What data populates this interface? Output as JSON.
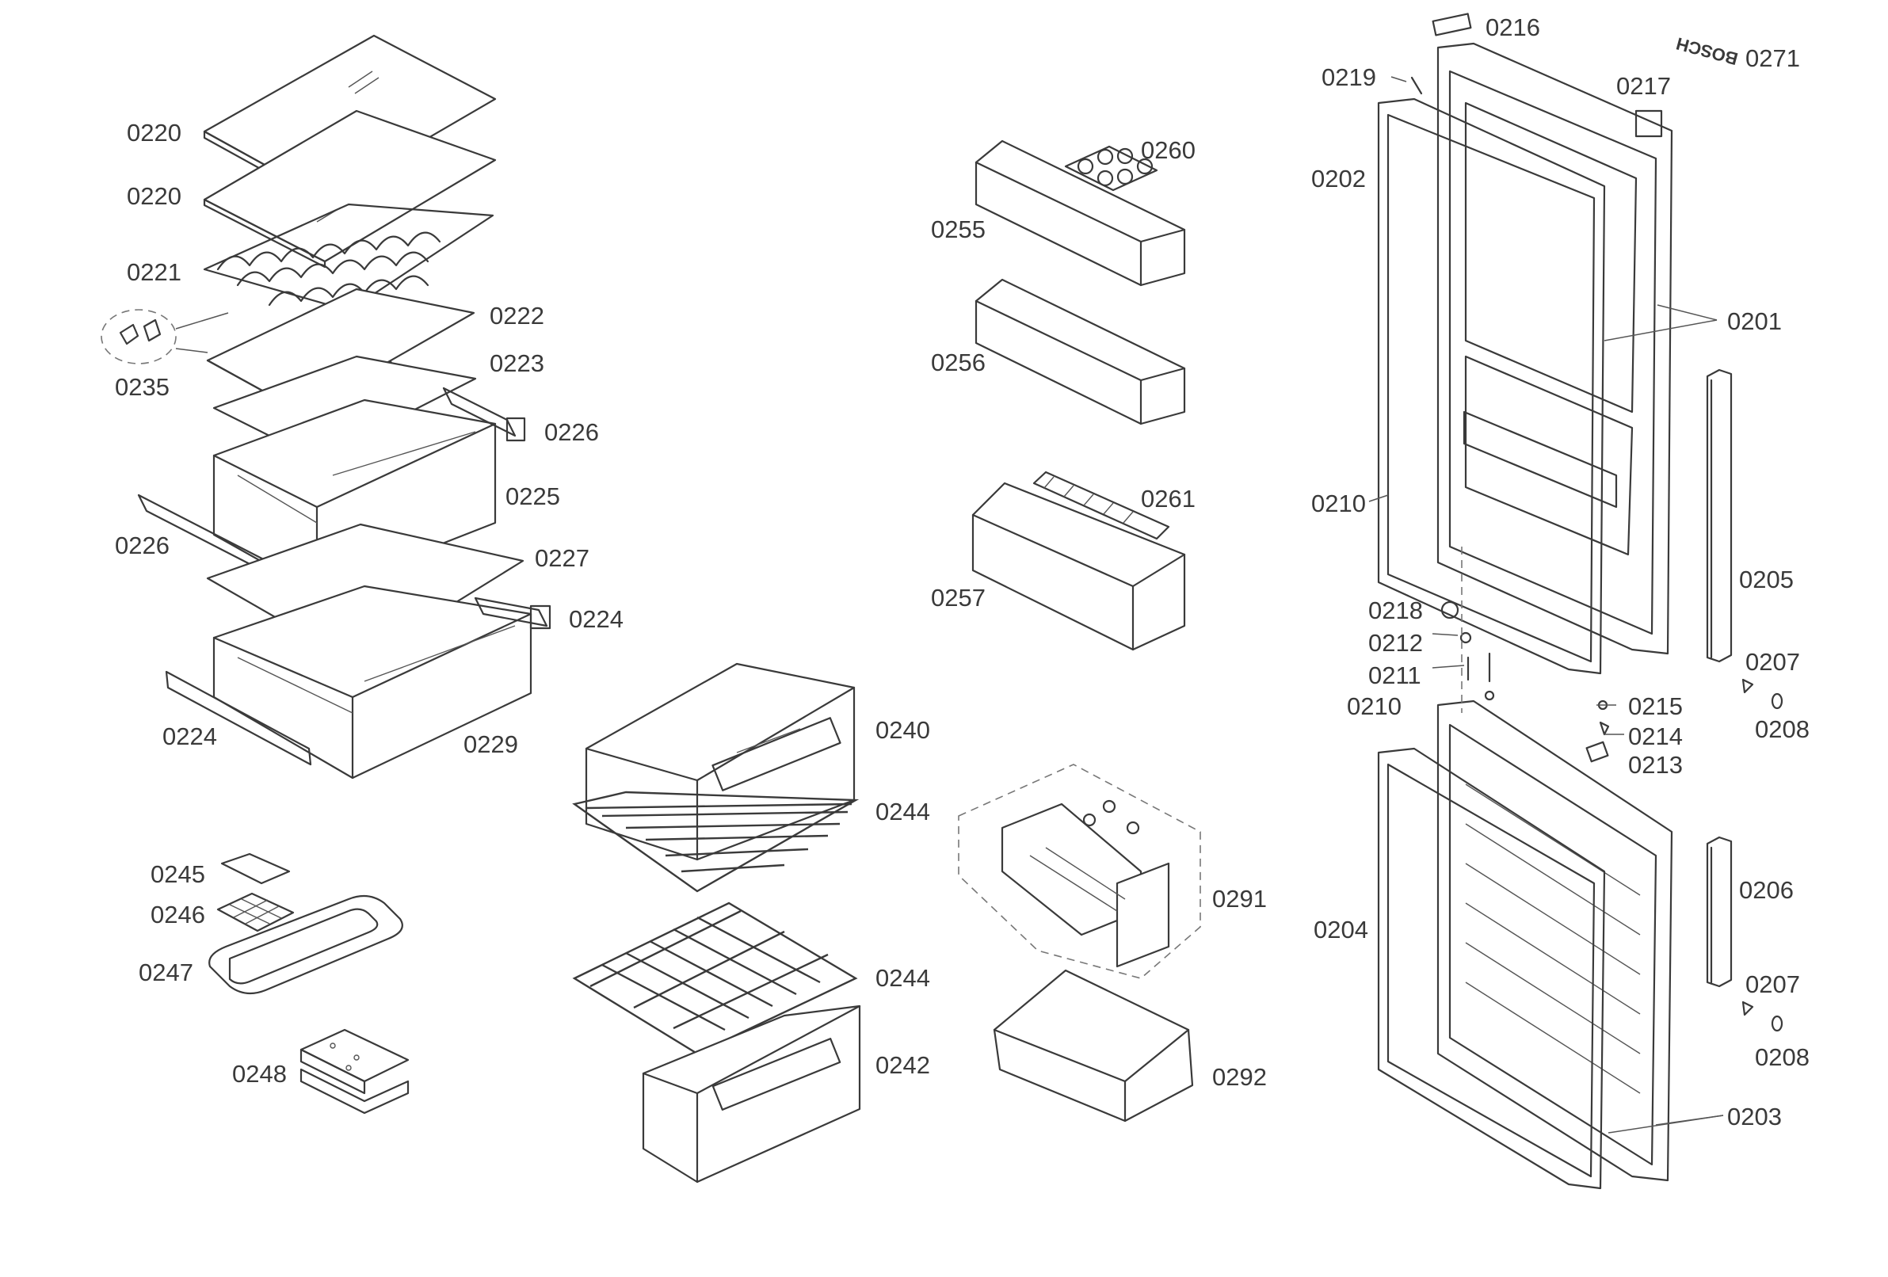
{
  "logo_text": "BOSCH",
  "labels": {
    "p0220a": "0220",
    "p0220b": "0220",
    "p0221": "0221",
    "p0222": "0222",
    "p0223": "0223",
    "p0235": "0235",
    "p0226a": "0226",
    "p0225": "0225",
    "p0226b": "0226",
    "p0227": "0227",
    "p0224a": "0224",
    "p0224b": "0224",
    "p0229": "0229",
    "p0245": "0245",
    "p0246": "0246",
    "p0247": "0247",
    "p0248": "0248",
    "p0240": "0240",
    "p0244a": "0244",
    "p0244b": "0244",
    "p0242": "0242",
    "p0260": "0260",
    "p0255": "0255",
    "p0256": "0256",
    "p0261": "0261",
    "p0257": "0257",
    "p0291": "0291",
    "p0292": "0292",
    "p0216": "0216",
    "p0219": "0219",
    "p0271": "0271",
    "p0217": "0217",
    "p0202": "0202",
    "p0201": "0201",
    "p0210a": "0210",
    "p0205": "0205",
    "p0218": "0218",
    "p0212": "0212",
    "p0211": "0211",
    "p0207a": "0207",
    "p0210b": "0210",
    "p0215": "0215",
    "p0214": "0214",
    "p0208a": "0208",
    "p0213": "0213",
    "p0206": "0206",
    "p0204": "0204",
    "p0207b": "0207",
    "p0208b": "0208",
    "p0203": "0203"
  },
  "colors": {
    "line": "#3a3a3a",
    "background": "#ffffff"
  }
}
